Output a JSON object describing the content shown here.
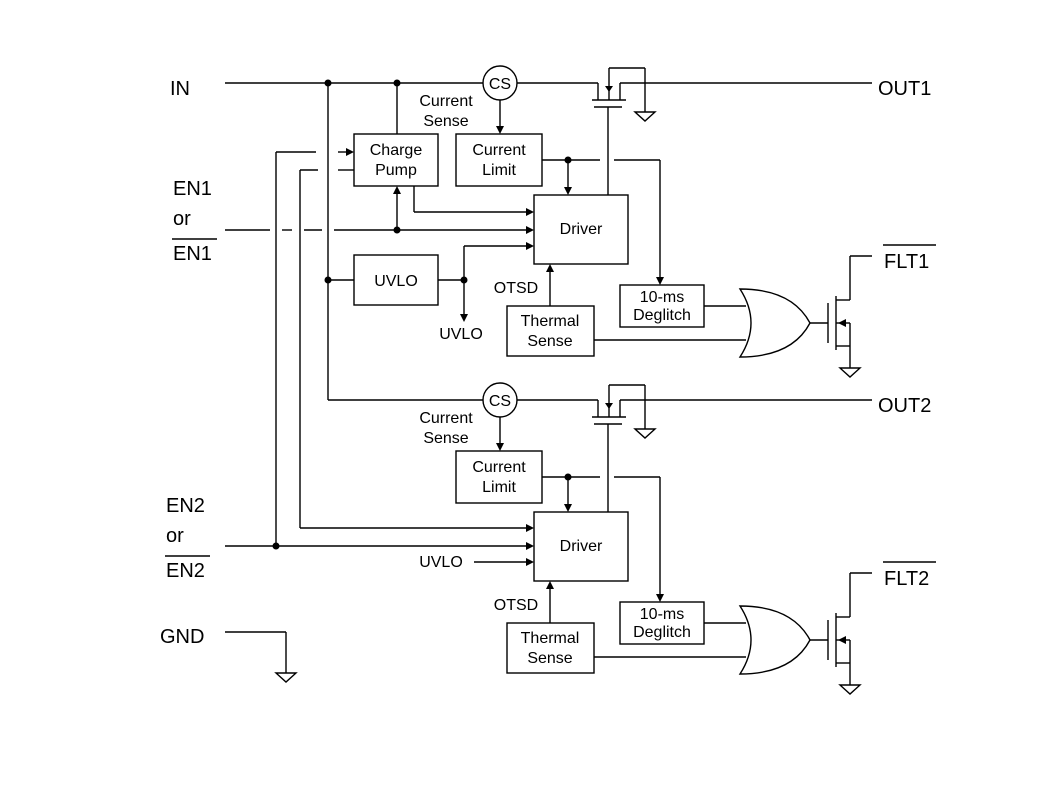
{
  "pins": {
    "in": "IN",
    "out1": "OUT1",
    "out2": "OUT2",
    "en1_a": "EN1",
    "en1_or": "or",
    "en1_b": "EN1",
    "en2_a": "EN2",
    "en2_or": "or",
    "en2_b": "EN2",
    "gnd": "GND",
    "flt1": "FLT1",
    "flt2": "FLT2"
  },
  "ch1": {
    "cs": "CS",
    "current_sense_1": "Current",
    "current_sense_2": "Sense",
    "charge_pump_1": "Charge",
    "charge_pump_2": "Pump",
    "current_limit_1": "Current",
    "current_limit_2": "Limit",
    "driver": "Driver",
    "uvlo_block": "UVLO",
    "uvlo_out": "UVLO",
    "otsd": "OTSD",
    "thermal_1": "Thermal",
    "thermal_2": "Sense",
    "deglitch_1": "10-ms",
    "deglitch_2": "Deglitch"
  },
  "ch2": {
    "cs": "CS",
    "current_sense_1": "Current",
    "current_sense_2": "Sense",
    "current_limit_1": "Current",
    "current_limit_2": "Limit",
    "driver": "Driver",
    "uvlo_in": "UVLO",
    "otsd": "OTSD",
    "thermal_1": "Thermal",
    "thermal_2": "Sense",
    "deglitch_1": "10-ms",
    "deglitch_2": "Deglitch"
  }
}
